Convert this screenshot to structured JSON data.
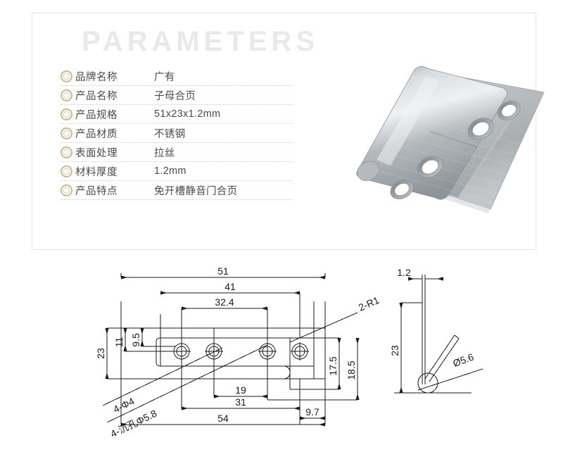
{
  "panel": {
    "heading": "PARAMETERS",
    "rows": [
      {
        "icon": "circle-bullet-icon",
        "label": "品牌名称",
        "value": "广有"
      },
      {
        "icon": "circle-bullet-icon",
        "label": "产品名称",
        "value": "子母合页"
      },
      {
        "icon": "circle-bullet-icon",
        "label": "产品规格",
        "value": "51x23x1.2mm"
      },
      {
        "icon": "circle-bullet-icon",
        "label": "产品材质",
        "value": "不锈钢"
      },
      {
        "icon": "circle-bullet-icon",
        "label": "表面处理",
        "value": "拉丝"
      },
      {
        "icon": "circle-bullet-icon",
        "label": "材料厚度",
        "value": "1.2mm"
      },
      {
        "icon": "circle-bullet-icon",
        "label": "产品特点",
        "value": "免开槽静音门合页"
      }
    ]
  },
  "photo": {
    "alt": "stainless-steel-flush-hinge-photo",
    "body_color": "#b9bcbe",
    "highlight_color": "#e4e7e9",
    "shadow_color": "#8d9194"
  },
  "drawing": {
    "line_color": "#1a1a1a",
    "front_view": {
      "top_dimensions": [
        "51",
        "41",
        "32.4"
      ],
      "left_dimensions": [
        "23",
        "11",
        "9.5"
      ],
      "right_dimensions": [
        "17.5",
        "18.5"
      ],
      "bottom_dimensions": [
        "19",
        "31",
        "54",
        "9.7"
      ],
      "callouts": [
        "2-R1",
        "4-Φ4",
        "4-沉孔Φ5.8"
      ]
    },
    "side_view": {
      "thickness": "1.2",
      "height": "23",
      "knuckle_diameter": "Ø5.6"
    }
  }
}
